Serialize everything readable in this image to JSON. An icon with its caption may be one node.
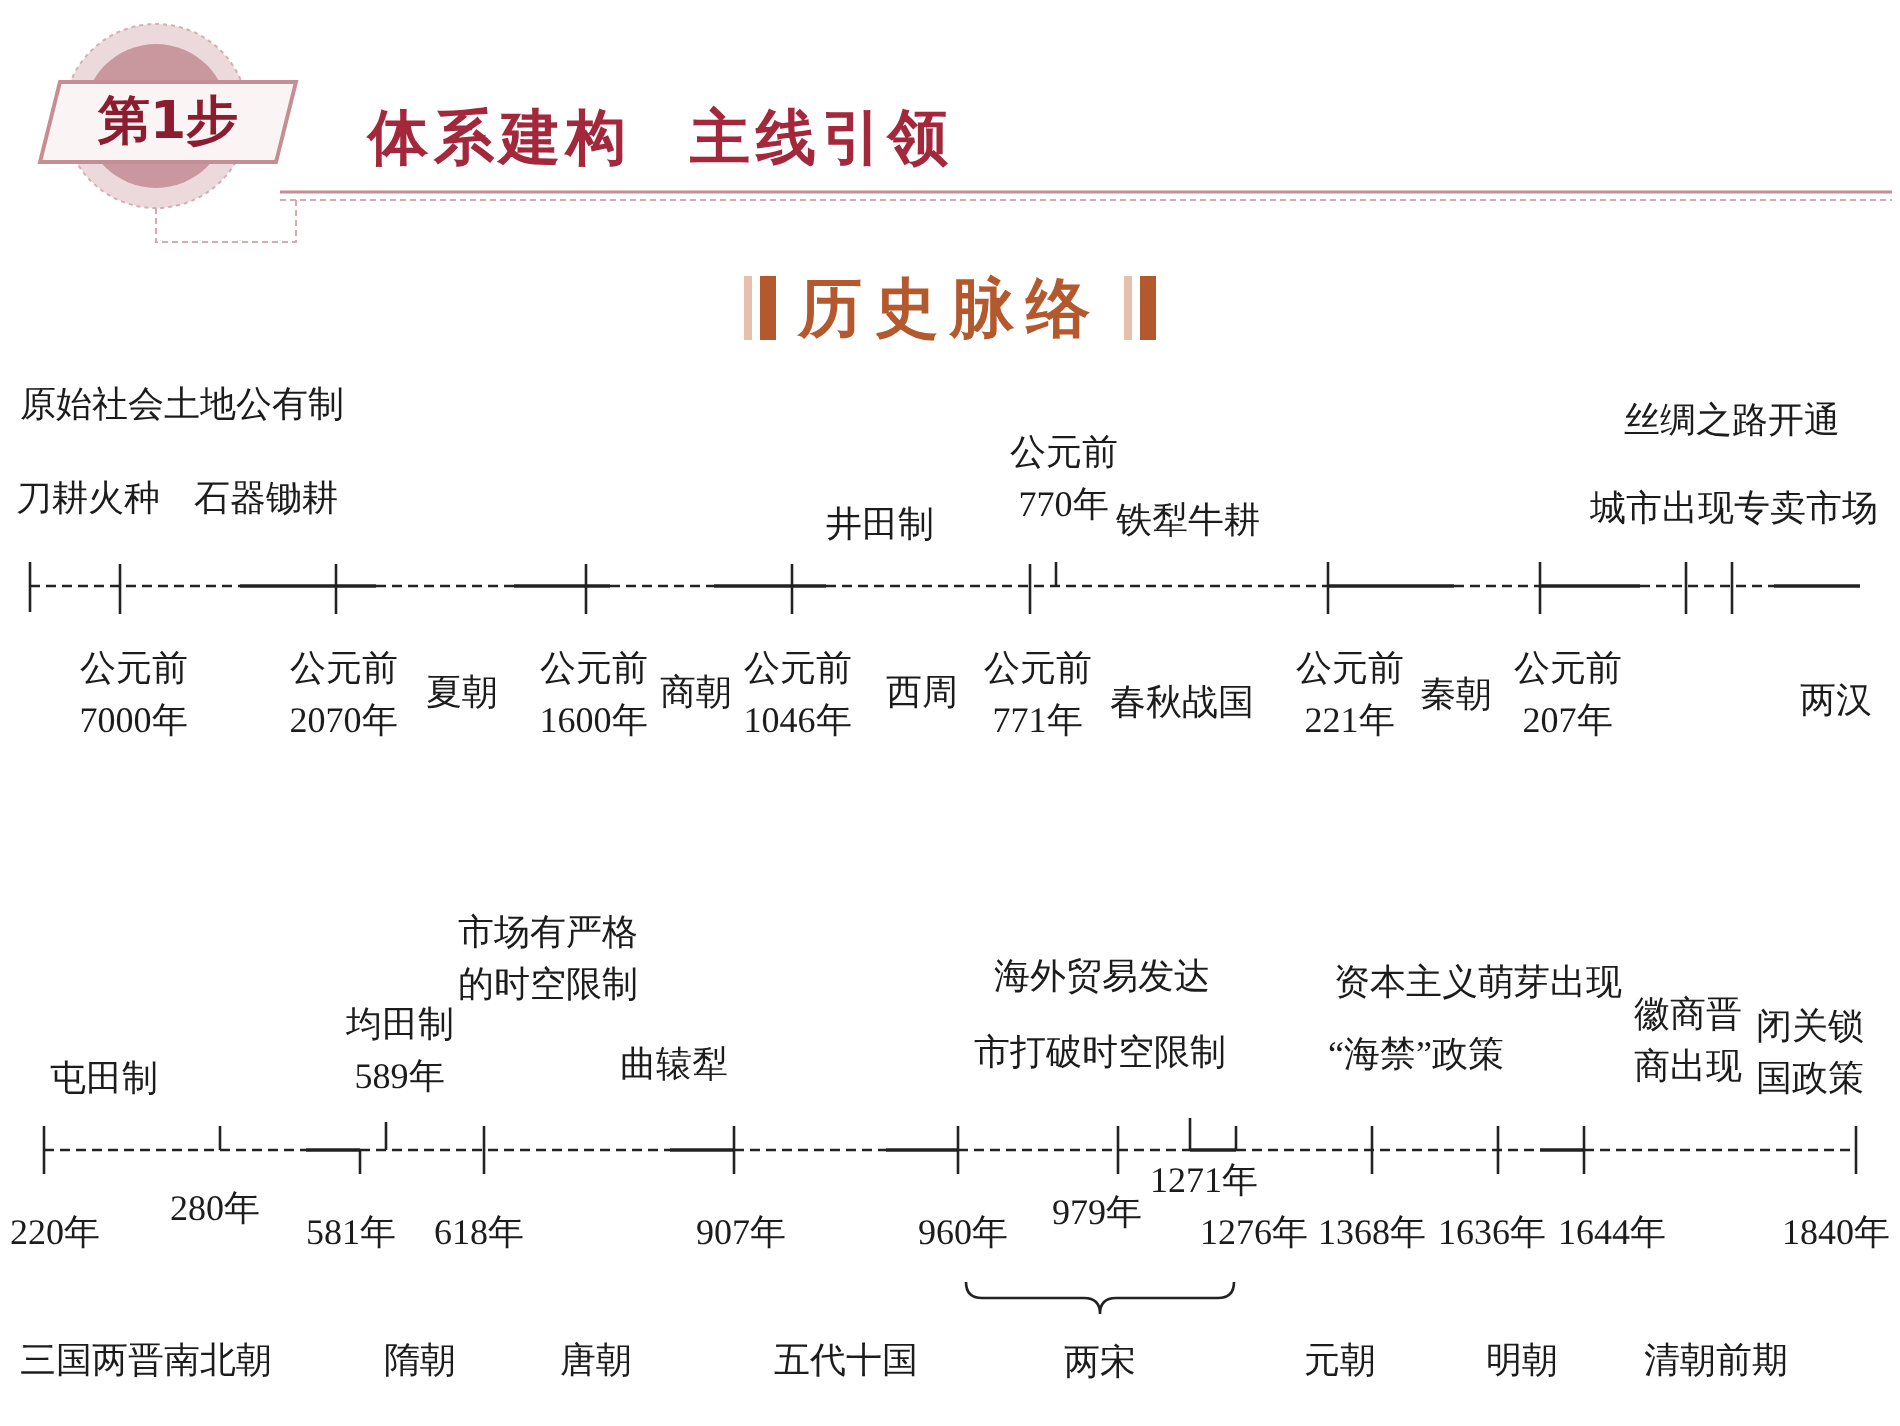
{
  "diagram": {
    "title": "历史脉络",
    "nodes": [
      {
        "text": [
          "第1步"
        ]
      }
    ],
    "labels": [
      "体系建构",
      "主线引领",
      "原始社会土地公有制",
      "刀耕火种",
      "石器锄耕",
      "井田制",
      "公元前770年",
      "铁犁牛耕",
      "丝绸之路开通",
      "城市出现专卖市场",
      "公元前7000年",
      "公元前2070年",
      "夏朝",
      "公元前1600年",
      "商朝",
      "公元前1046年",
      "西周",
      "公元前771年",
      "春秋战国",
      "公元前221年",
      "秦朝",
      "公元前207年",
      "两汉",
      "屯田制",
      "均田制589年",
      "市场有严格的时空限制",
      "曲辕犁",
      "海外贸易发达",
      "市打破时空限制",
      "资本主义萌芽出现",
      "“海禁”政策",
      "徽商晋商出现",
      "闭关锁国政策",
      "220年",
      "280年",
      "581年",
      "618年",
      "907年",
      "960年",
      "979年",
      "1271年",
      "1276年",
      "1368年",
      "1636年",
      "1644年",
      "1840年",
      "三国两晋南北朝",
      "隋朝",
      "唐朝",
      "五代十国",
      "两宋",
      "元朝",
      "明朝",
      "清朝前期"
    ]
  }
}
